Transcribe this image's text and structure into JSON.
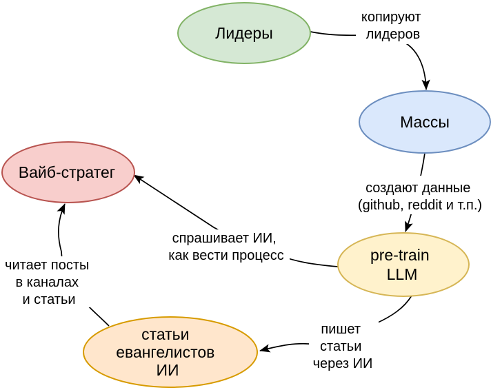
{
  "diagram": {
    "title": "vibe-strategy flow diagram",
    "colors": {
      "edge": "#000000",
      "text": "#000000",
      "background": "#ffffff",
      "node_leaders_fill": "#d5e8d4",
      "node_leaders_stroke": "#82b366",
      "node_masses_fill": "#dae8fc",
      "node_masses_stroke": "#6c8ebf",
      "node_vibe_strategist_fill": "#f8cecc",
      "node_vibe_strategist_stroke": "#b85450",
      "node_pretrain_llm_fill": "#fff2cc",
      "node_pretrain_llm_stroke": "#d6b656",
      "node_evangelist_articles_fill": "#ffe6cc",
      "node_evangelist_articles_stroke": "#d79b00"
    },
    "nodes": [
      {
        "id": "leaders",
        "label_lines": [
          "Лидеры"
        ]
      },
      {
        "id": "masses",
        "label_lines": [
          "Массы"
        ]
      },
      {
        "id": "vibe-strategist",
        "label_lines": [
          "Вайб-стратег"
        ]
      },
      {
        "id": "pretrain-llm",
        "label_lines": [
          "pre-train",
          "LLM"
        ]
      },
      {
        "id": "evangelist-articles",
        "label_lines": [
          "статьи",
          "евангелистов",
          "ИИ"
        ]
      }
    ],
    "edges": [
      {
        "from": "leaders",
        "to": "masses",
        "label_lines": [
          "копируют",
          "лидеров"
        ]
      },
      {
        "from": "masses",
        "to": "pretrain-llm",
        "label_lines": [
          "создают данные",
          "(github, reddit и т.п.)"
        ]
      },
      {
        "from": "pretrain-llm",
        "to": "vibe-strategist",
        "label_lines": [
          "спрашивает ИИ,",
          "как вести процесс"
        ]
      },
      {
        "from": "evangelist-articles",
        "to": "vibe-strategist",
        "label_lines": [
          "читает посты",
          "в каналах",
          "и статьи"
        ]
      },
      {
        "from": "pretrain-llm",
        "to": "evangelist-articles",
        "label_lines": [
          "пишет",
          "статьи",
          "через ИИ"
        ]
      }
    ]
  }
}
